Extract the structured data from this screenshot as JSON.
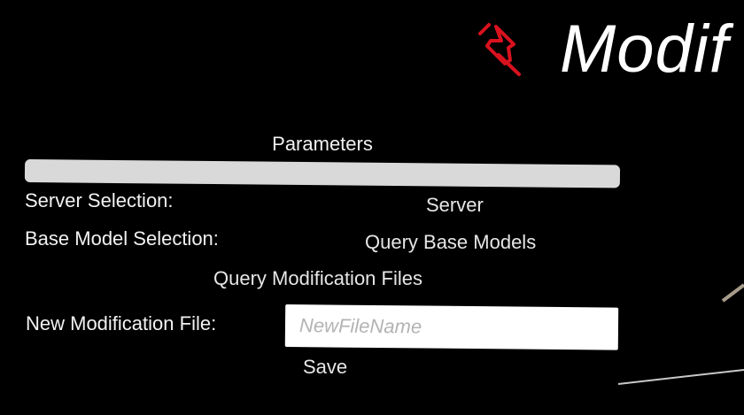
{
  "header": {
    "title": "Modif",
    "pin_icon": "pushpin-icon",
    "pin_color": "#d9121e"
  },
  "parameters": {
    "section_label": "Parameters",
    "server_label": "Server Selection:",
    "server_button": "Server",
    "base_model_label": "Base Model Selection:",
    "base_model_button": "Query Base Models",
    "query_mod_button": "Query Modification Files",
    "new_file_label": "New Modification File:",
    "new_file_placeholder": "NewFileName",
    "save_button": "Save"
  },
  "colors": {
    "background": "#000000",
    "bar": "#d9d9d9",
    "text": "#f2f2f2"
  }
}
